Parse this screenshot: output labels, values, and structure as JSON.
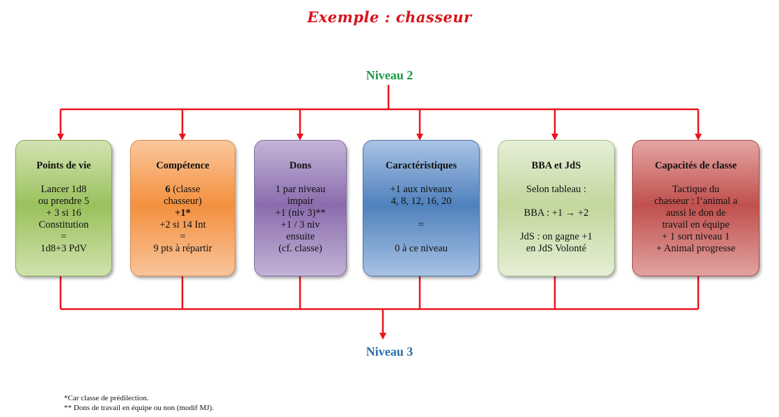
{
  "title": "Exemple : chasseur",
  "level_top": "Niveau 2",
  "level_bottom": "Niveau 3",
  "colors": {
    "title": "#d8141c",
    "level_top": "#1a9a45",
    "level_bottom": "#2a6fae",
    "connector": "#e8141c"
  },
  "boxes": {
    "pv": {
      "head": "Points de vie",
      "lines": [
        "Lancer 1d8",
        "ou prendre 5",
        "+ 3 si 16",
        "Constitution",
        "=",
        "1d8+3 PdV"
      ]
    },
    "comp": {
      "head": "Compétence",
      "l1_bold": "6",
      "l1_rest": " (classe",
      "l2": "chasseur)",
      "l3": "+1*",
      "l4": "+2 si 14 Int",
      "l5": "=",
      "l6": "9 pts à répartir"
    },
    "dons": {
      "head": "Dons",
      "lines": [
        "1 par niveau",
        "impair",
        "+1 (niv 3)**",
        "+1 / 3 niv",
        "ensuite",
        "(cf. classe)"
      ]
    },
    "carac": {
      "head": "Caractéristiques",
      "l1": "+1 aux niveaux",
      "l2": "4, 8, 12, 16, 20",
      "l3": "=",
      "l4": "0 à ce niveau"
    },
    "bba": {
      "head": "BBA et JdS",
      "l1": "Selon tableau :",
      "l2": "BBA : +1 → +2",
      "l3": "JdS : on gagne +1",
      "l4": "en JdS Volonté"
    },
    "cap": {
      "head": "Capacités de classe",
      "lines": [
        "Tactique du",
        "chasseur : l’animal a",
        "aussi le don de",
        "travail en équipe",
        "+ 1 sort niveau 1",
        "+ Animal progresse"
      ]
    }
  },
  "footnotes": [
    "*Car classe de prédilection.",
    "** Dons de travail en équipe ou non (modif MJ)."
  ]
}
